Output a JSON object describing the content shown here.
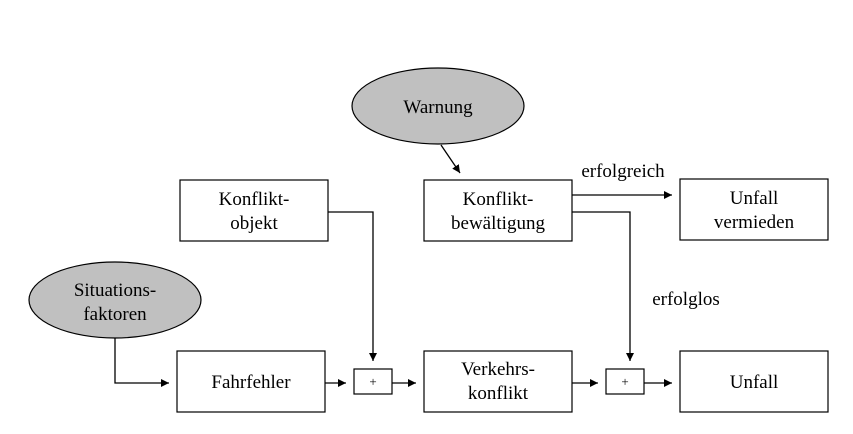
{
  "nodes": {
    "warnung": {
      "lines": [
        "Warnung"
      ]
    },
    "konfliktobjekt": {
      "lines": [
        "Konflikt-",
        "objekt"
      ]
    },
    "konfliktbewaeltigung": {
      "lines": [
        "Konflikt-",
        "bewältigung"
      ]
    },
    "unfall_vermieden": {
      "lines": [
        "Unfall",
        "vermieden"
      ]
    },
    "situationsfaktoren": {
      "lines": [
        "Situations-",
        "faktoren"
      ]
    },
    "fahrfehler": {
      "lines": [
        "Fahrfehler"
      ]
    },
    "verkehrskonflikt": {
      "lines": [
        "Verkehrs-",
        "konflikt"
      ]
    },
    "unfall": {
      "lines": [
        "Unfall"
      ]
    },
    "plus1": {
      "lines": [
        "+"
      ]
    },
    "plus2": {
      "lines": [
        "+"
      ]
    }
  },
  "edge_labels": {
    "erfolgreich": "erfolgreich",
    "erfolglos": "erfolglos"
  },
  "colors": {
    "ellipse_fill": "#c0c0c0",
    "stroke": "#000000",
    "box_fill": "#ffffff"
  }
}
